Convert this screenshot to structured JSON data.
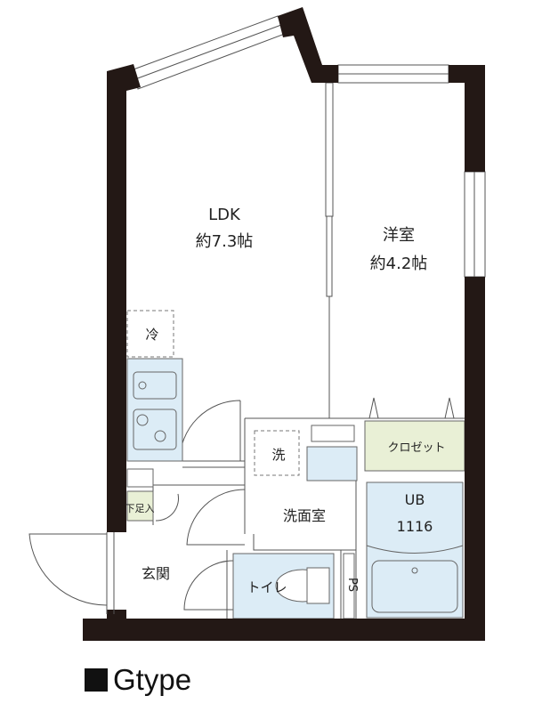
{
  "rooms": {
    "ldk": {
      "name": "LDK",
      "size": "約7.3帖"
    },
    "western": {
      "name": "洋室",
      "size": "約4.2帖"
    },
    "fridge": "冷",
    "washer": "洗",
    "closet": "クロゼット",
    "washroom": "洗面室",
    "bath": {
      "name": "UB",
      "size": "1116"
    },
    "shoe": "下足入",
    "entrance": "玄関",
    "toilet": "トイレ",
    "ps": "PS"
  },
  "caption": "Gtype",
  "colors": {
    "wall": "#231815",
    "wet": "#dcecf6",
    "storage": "#e9f0d6"
  }
}
